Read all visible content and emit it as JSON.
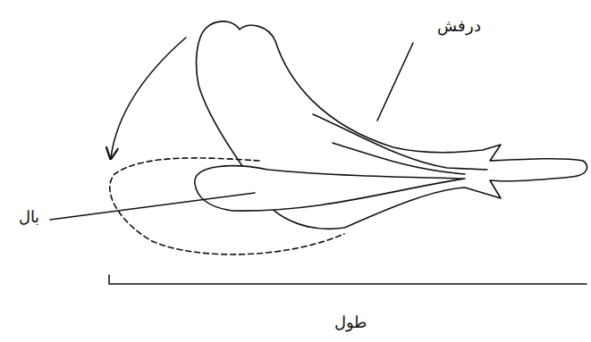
{
  "diagram": {
    "labels": [
      "درفش",
      "بال",
      "طول"
    ]
  }
}
